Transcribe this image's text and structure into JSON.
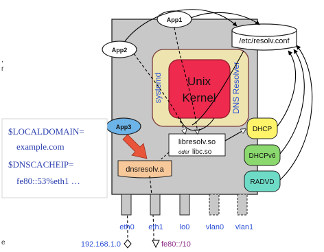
{
  "apps": {
    "app1": "App1",
    "app2": "App2",
    "app3": "App3"
  },
  "resolv_conf": "/etc/resolv.conf",
  "kernel": {
    "line1": "Unix",
    "line2": "Kernel"
  },
  "systemd": "systemd",
  "dns_resolver": "DNS Resolver",
  "libs": {
    "libresolv": "libresolv.so",
    "oder": "oder",
    "libc": "libc.so"
  },
  "dnsresolv": "dnsresolv.a",
  "services": {
    "dhcp": "DHCP",
    "dhcpv6": "DHCPv6",
    "radvd": "RADVD"
  },
  "env": {
    "line1": "$LOCALDOMAIN=",
    "line2": "example.com",
    "line3": "$DNSCACHEIP=",
    "line4": "fe80::53%eth1 …"
  },
  "interfaces": [
    "eth0",
    "eth1",
    "lo0",
    "vlan0",
    "vlan1"
  ],
  "addresses": {
    "ipv4": "192.168.1.0",
    "ipv6": "fe80::/10"
  },
  "colors": {
    "box_gray": "#c8c8c8",
    "kernel_red": "#ee2a4e",
    "kernel_ring": "#f0e0a8",
    "link_blue": "#2a4fd6",
    "env_blue": "#2c3fae",
    "addr_purple": "#8b2a86",
    "dhcp_yellow": "#fff36a",
    "dhcpv6_green": "#8ad86e",
    "radvd_teal": "#6edbc7",
    "app3_blue": "#6cb3e8",
    "dnsresolv_orange": "#f7c89a",
    "arrow_red": "#e8553a"
  }
}
